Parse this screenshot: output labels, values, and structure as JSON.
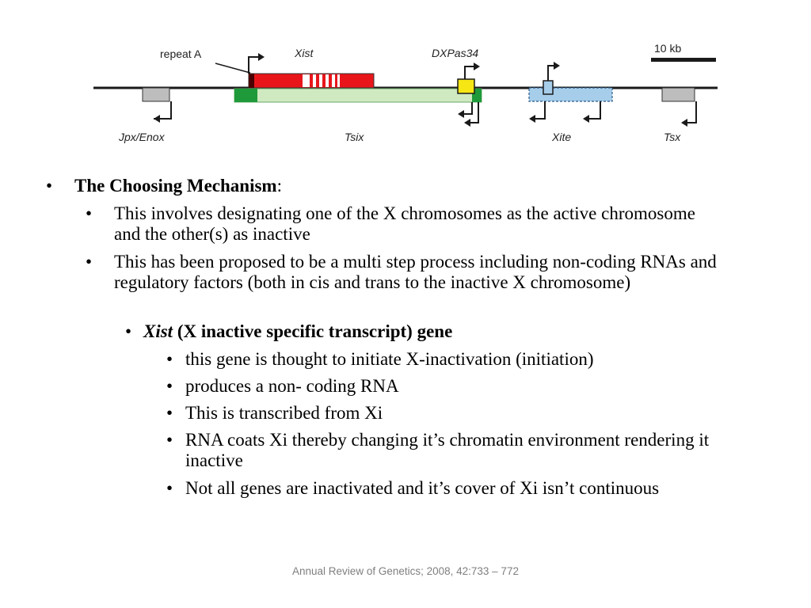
{
  "diagram": {
    "labels": {
      "repeat_a": "repeat A",
      "xist": "Xist",
      "dxpas34": "DXPas34",
      "scale": "10 kb",
      "jpx_enox": "Jpx/Enox",
      "tsix": "Tsix",
      "xite": "Xite",
      "tsx": "Tsx"
    },
    "colors": {
      "xist_red": "#e8161b",
      "tsix_green_dark": "#1f9a3a",
      "tsix_green_light": "#cfeac1",
      "dxpas_yellow": "#f6e614",
      "xite_blue": "#a6cdea",
      "gene_gray": "#bdbdbd"
    }
  },
  "bullets": {
    "l1_title": "The Choosing Mechanism",
    "l1_colon": ":",
    "l2_a": "This involves designating one of the X chromosomes as the active chromosome and the other(s) as inactive",
    "l2_b": "This has been proposed to be a multi step process including non-coding RNAs and regulatory factors (both in cis and trans to the inactive X chromosome)",
    "l3_italic": "Xist",
    "l3_bold": "(X inactive specific transcript) gene",
    "l4_a": "this gene is thought to initiate X-inactivation (initiation)",
    "l4_b": "produces a non- coding RNA",
    "l4_c": "This is transcribed from Xi",
    "l4_d": "RNA coats Xi thereby changing it’s chromatin environment rendering it inactive",
    "l4_e": "Not all genes are inactivated and it’s cover of Xi isn’t continuous"
  },
  "citation": "Annual Review of Genetics; 2008, 42:733 – 772"
}
